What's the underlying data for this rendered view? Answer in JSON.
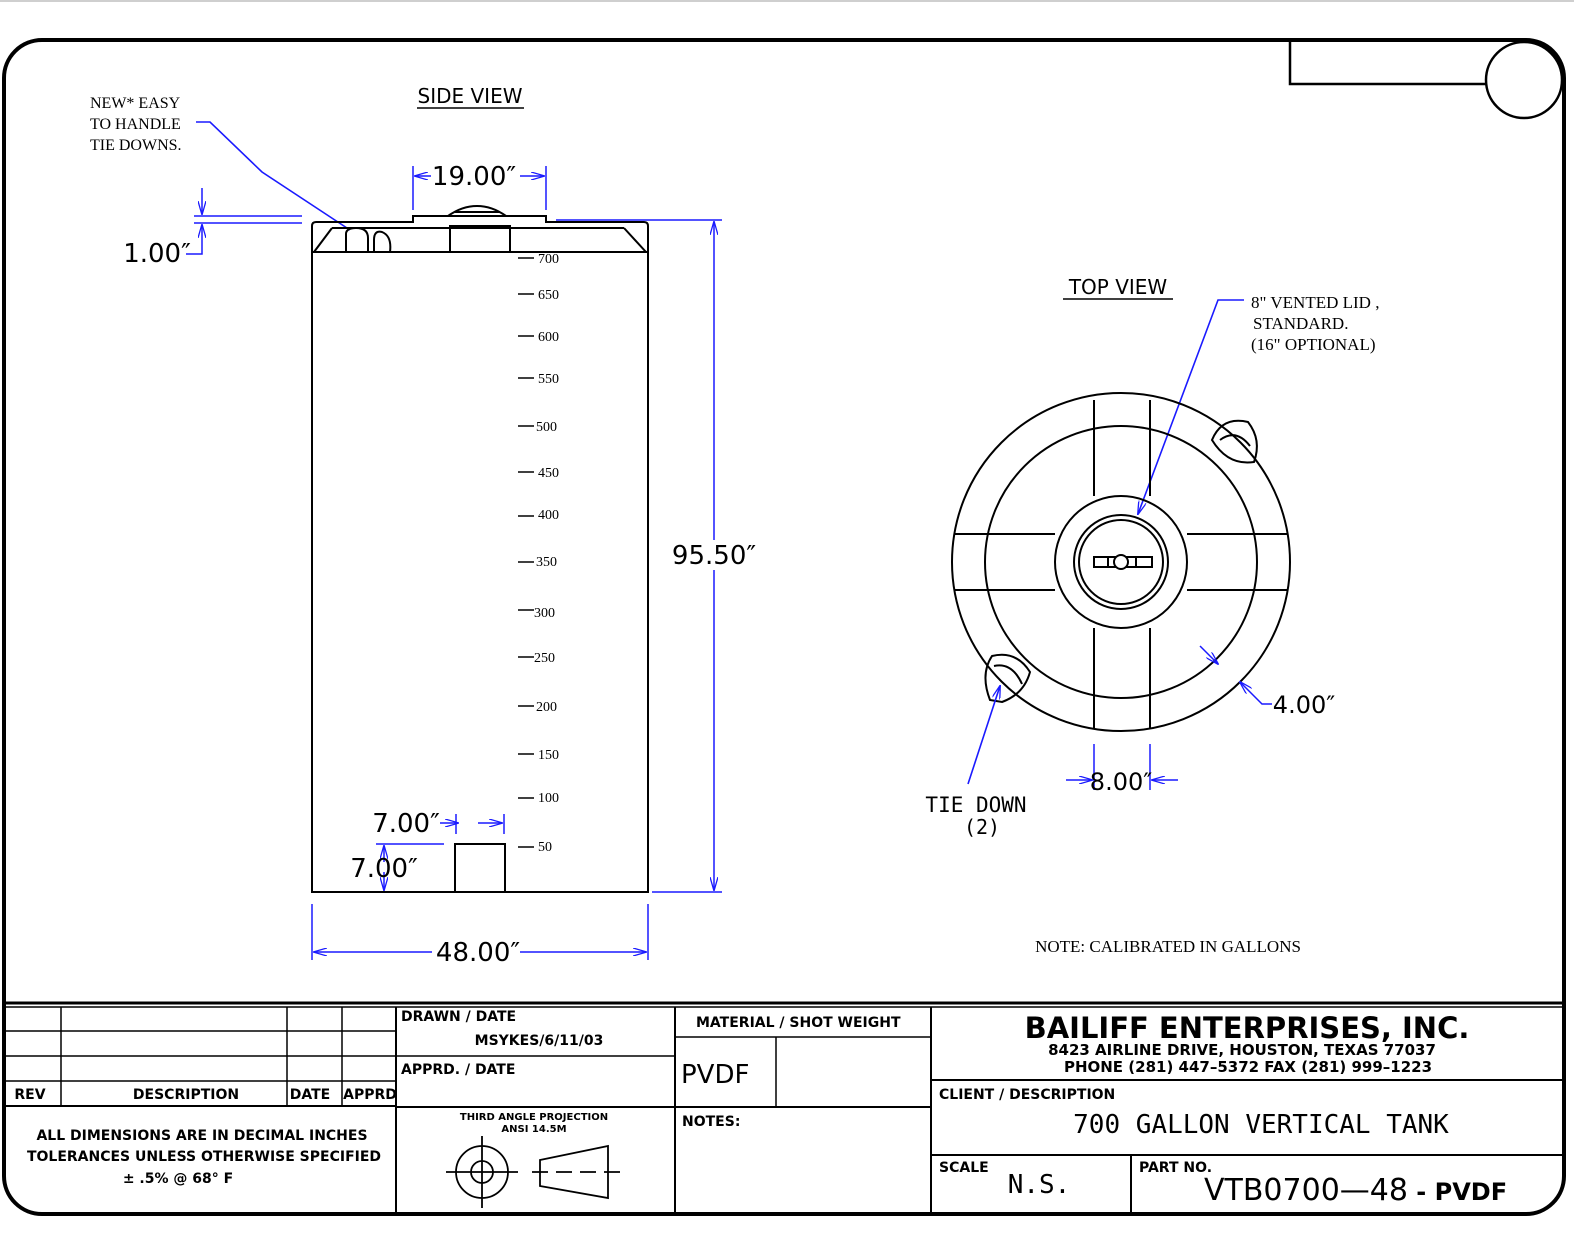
{
  "colors": {
    "line": "#000000",
    "dimension": "#1a1aff",
    "background": "#ffffff"
  },
  "side_view": {
    "title": "SIDE VIEW",
    "callout_tiedowns": [
      "NEW* EASY",
      "TO HANDLE",
      "TIE DOWNS."
    ],
    "dim_lid_width": "19.00″",
    "dim_top_step": "1.00″",
    "dim_height": "95.50″",
    "dim_diameter": "48.00″",
    "dim_fitting_offset": "7.00″",
    "dim_fitting_height": "7.00″",
    "calibration_marks": [
      "700",
      "650",
      "600",
      "550",
      "500",
      "450",
      "400",
      "350",
      "300",
      "250",
      "200",
      "150",
      "100",
      "50"
    ]
  },
  "top_view": {
    "title": "TOP VIEW",
    "callout_lid": [
      "8\" VENTED  LID ,",
      "STANDARD.",
      "(16\" OPTIONAL)"
    ],
    "callout_tiedown": [
      "TIE DOWN",
      "(2)"
    ],
    "dim_rib": "4.00″",
    "dim_channel": "8.00″"
  },
  "note": "NOTE: CALIBRATED IN GALLONS",
  "title_block": {
    "rev_header": "REV",
    "description_header": "DESCRIPTION",
    "date_header": "DATE",
    "apprd_header": "APPRD",
    "drawn_date_label": "DRAWN  /  DATE",
    "drawn_date_value": "MSYKES/6/11/03",
    "apprd_date_label": "APPRD.  /  DATE",
    "material_label": "MATERIAL  /  SHOT  WEIGHT",
    "material_value": "PVDF",
    "notes_label": "NOTES:",
    "projection_label_1": "THIRD ANGLE PROJECTION",
    "projection_label_2": "ANSI  14.5M",
    "dimensions_note_1": "ALL  DIMENSIONS  ARE  IN  DECIMAL  INCHES",
    "dimensions_note_2": "TOLERANCES  UNLESS  OTHERWISE  SPECIFIED",
    "tolerance_note": "±   .5%  @  68°  F",
    "company_name": "BAILIFF ENTERPRISES, INC.",
    "company_address": "8423  AIRLINE  DRIVE,  HOUSTON,  TEXAS   77037",
    "company_phone": "PHONE   (281)  447–5372      FAX     (281)  999–1223",
    "client_label": "CLIENT  /  DESCRIPTION",
    "client_value": "700  GALLON  VERTICAL  TANK",
    "scale_label": "SCALE",
    "scale_value": "N.S.",
    "part_label": "PART  NO.",
    "part_value": "VTB0700—48",
    "part_suffix": " - PVDF"
  }
}
